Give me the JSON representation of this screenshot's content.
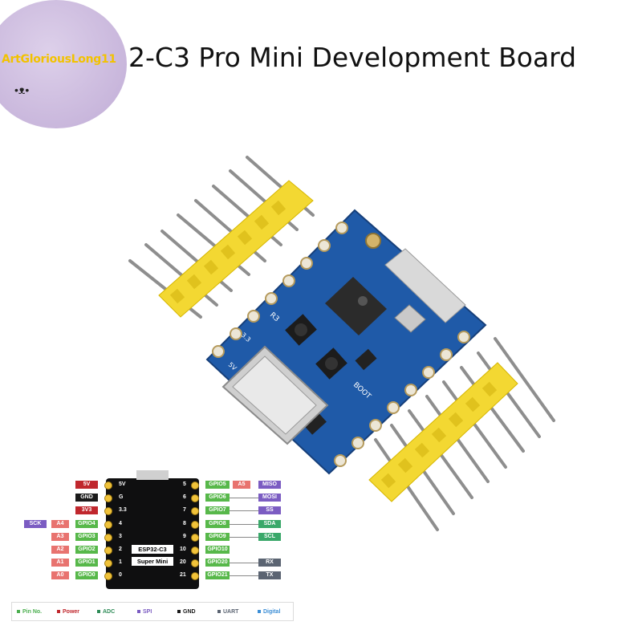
{
  "header": {
    "title": "2-C3 Pro Mini Development Board",
    "watermark": "ArtGloriousLong11"
  },
  "board": {
    "silk_r3": "R3",
    "silk_3v3": "3.3",
    "silk_5v": "5V",
    "silk_boot": "BOOT"
  },
  "pinout": {
    "chip_line1": "ESP32-C3",
    "chip_line2": "Super Mini",
    "left": [
      {
        "extra": "",
        "func": "5V",
        "num": "5V",
        "color": "#c0272d"
      },
      {
        "extra": "",
        "func": "GND",
        "num": "G",
        "color": "#1a1a1a"
      },
      {
        "extra": "",
        "func": "3V3",
        "num": "3.3",
        "color": "#c0272d"
      },
      {
        "extra": "SCK",
        "adc": "A4",
        "func": "GPIO4",
        "num": "4",
        "color": "#57b84a"
      },
      {
        "extra": "",
        "adc": "A3",
        "func": "GPIO3",
        "num": "3",
        "color": "#57b84a"
      },
      {
        "extra": "",
        "adc": "A2",
        "func": "GPIO2",
        "num": "2",
        "color": "#57b84a"
      },
      {
        "extra": "",
        "adc": "A1",
        "func": "GPIO1",
        "num": "1",
        "color": "#57b84a"
      },
      {
        "extra": "",
        "adc": "A0",
        "func": "GPIO0",
        "num": "0",
        "color": "#57b84a"
      }
    ],
    "right": [
      {
        "num": "5",
        "func": "GPIO5",
        "adc": "A5",
        "extra": "MISO"
      },
      {
        "num": "6",
        "func": "GPIO6",
        "adc": "",
        "extra": "MOSI"
      },
      {
        "num": "7",
        "func": "GPIO7",
        "adc": "",
        "extra": "SS"
      },
      {
        "num": "8",
        "func": "GPIO8",
        "adc": "",
        "extra": "SDA"
      },
      {
        "num": "9",
        "func": "GPIO9",
        "adc": "",
        "extra": "SCL"
      },
      {
        "num": "10",
        "func": "GPIO10",
        "adc": "",
        "extra": ""
      },
      {
        "num": "20",
        "func": "GPIO20",
        "adc": "",
        "extra": "RX"
      },
      {
        "num": "21",
        "func": "GPIO21",
        "adc": "",
        "extra": "TX"
      }
    ],
    "colors": {
      "gpio": "#57b84a",
      "adc": "#e8736f",
      "spi": "#7b5cc2",
      "i2c": "#3aa86a",
      "uart": "#5b6472",
      "power": "#c0272d",
      "gnd": "#1a1a1a"
    }
  },
  "legend": [
    {
      "label": "Pin No.",
      "color": "#4caf50"
    },
    {
      "label": "Power",
      "color": "#c0272d"
    },
    {
      "label": "ADC",
      "color": "#2e8b57"
    },
    {
      "label": "SPI",
      "color": "#7b5cc2"
    },
    {
      "label": "GND",
      "color": "#1a1a1a"
    },
    {
      "label": "UART",
      "color": "#5b6472"
    },
    {
      "label": "Digital",
      "color": "#3d8fd6"
    }
  ]
}
